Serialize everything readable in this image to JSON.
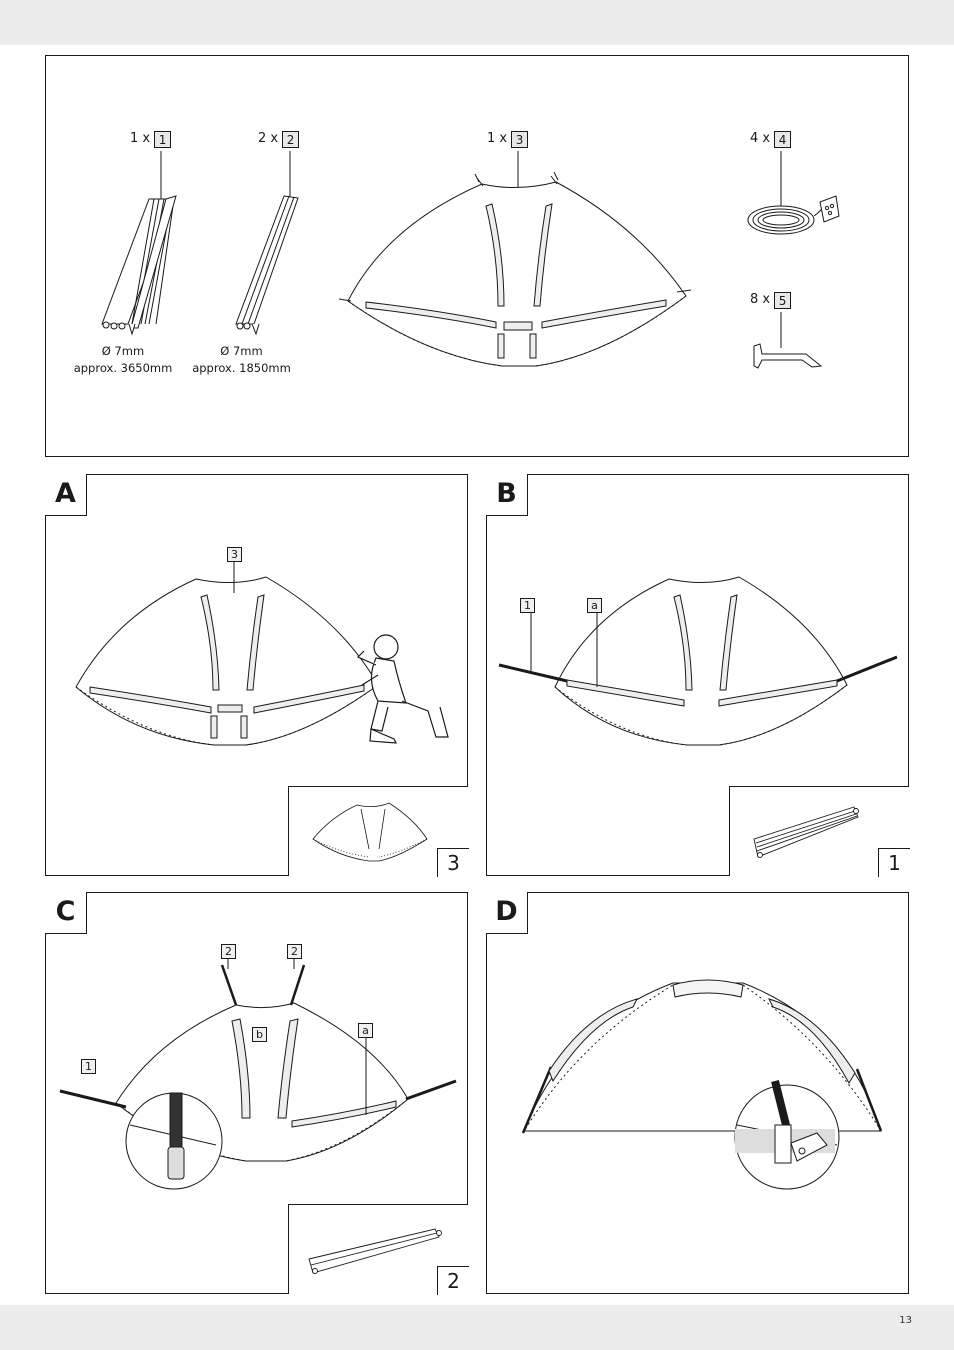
{
  "page": {
    "number": "13"
  },
  "parts": [
    {
      "qty": "1 x",
      "id": "1",
      "diameter": "Ø 7mm",
      "length": "approx. 3650mm"
    },
    {
      "qty": "2 x",
      "id": "2",
      "diameter": "Ø 7mm",
      "length": "approx. 1850mm"
    },
    {
      "qty": "1 x",
      "id": "3"
    },
    {
      "qty": "4 x",
      "id": "4"
    },
    {
      "qty": "8 x",
      "id": "5"
    }
  ],
  "steps": {
    "A": {
      "letter": "A",
      "inset_part": "3",
      "labels": [
        "3"
      ]
    },
    "B": {
      "letter": "B",
      "inset_part": "1",
      "labels": [
        "1",
        "a"
      ]
    },
    "C": {
      "letter": "C",
      "inset_part": "2",
      "labels": [
        "2",
        "2",
        "b",
        "a",
        "1"
      ]
    },
    "D": {
      "letter": "D"
    }
  },
  "icons": [
    "tent-canopy-illustration",
    "pole-bundle-icon",
    "guy-rope-icon",
    "tent-peg-icon",
    "kneeling-person-icon",
    "pole-clip-detail-icon"
  ]
}
